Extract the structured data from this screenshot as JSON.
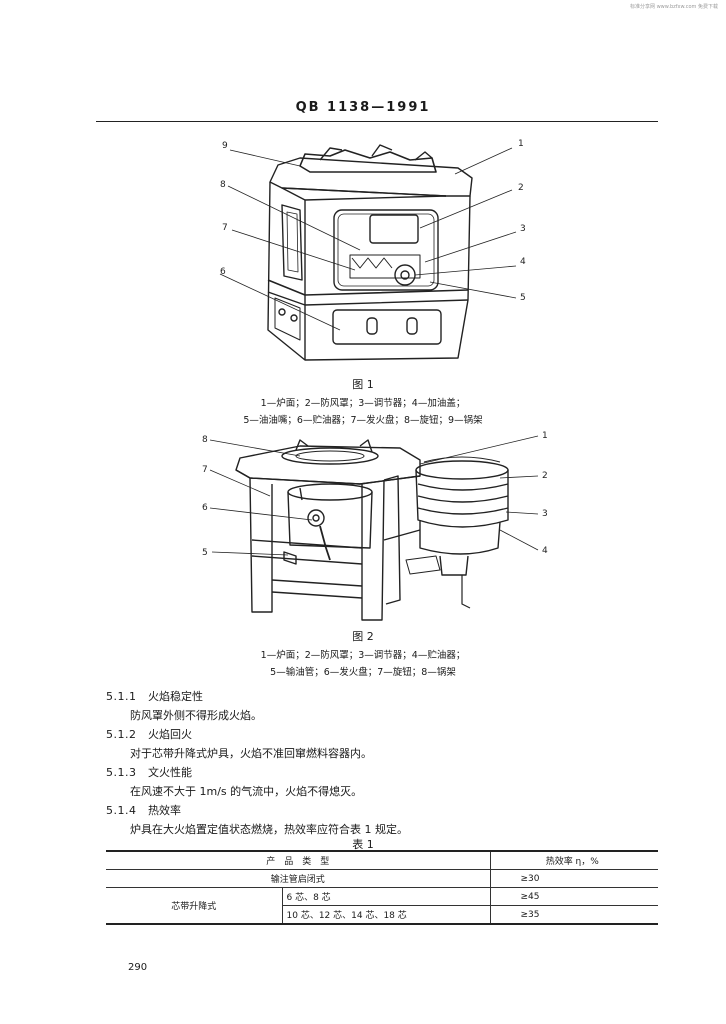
{
  "watermark": "标准分享网 www.bzfxw.com 免费下载",
  "header": {
    "standard_code": "QB 1138—1991"
  },
  "figure1": {
    "title": "图 1",
    "legend_line1": "1—炉面；2—防风罩；3—调节器；4—加油盖；",
    "legend_line2": "5—油油嘴；6—贮油器；7—发火盘；8—旋钮；9—锅架",
    "callouts": [
      "1",
      "2",
      "3",
      "4",
      "5",
      "6",
      "7",
      "8",
      "9"
    ]
  },
  "figure2": {
    "title": "图 2",
    "legend_line1": "1—炉面；2—防风罩；3—调节器；4—贮油器；",
    "legend_line2": "5—输油管；6—发火盘；7—旋钮；8—锅架",
    "callouts": [
      "1",
      "2",
      "3",
      "4",
      "5",
      "6",
      "7",
      "8"
    ]
  },
  "sections": [
    {
      "num": "5.1.1",
      "title": "火焰稳定性",
      "body": "防风罩外侧不得形成火焰。"
    },
    {
      "num": "5.1.2",
      "title": "火焰回火",
      "body": "对于芯带升降式炉具，火焰不准回窜燃料容器内。"
    },
    {
      "num": "5.1.3",
      "title": "文火性能",
      "body": "在风速不大于 1m/s 的气流中，火焰不得熄灭。"
    },
    {
      "num": "5.1.4",
      "title": "热效率",
      "body": "炉具在大火焰置定值状态燃烧，热效率应符合表 1 规定。"
    }
  ],
  "table1": {
    "title": "表 1",
    "header_type": "产　品　类　型",
    "header_eff": "热效率 η，%",
    "rows": [
      {
        "type": "输注管启闭式",
        "value": "≥30"
      },
      {
        "group": "芯带升降式",
        "sub": "6 芯、8 芯",
        "value": "≥45"
      },
      {
        "sub": "10 芯、12 芯、14 芯、18 芯",
        "value": "≥35"
      }
    ]
  },
  "page_number": "290"
}
